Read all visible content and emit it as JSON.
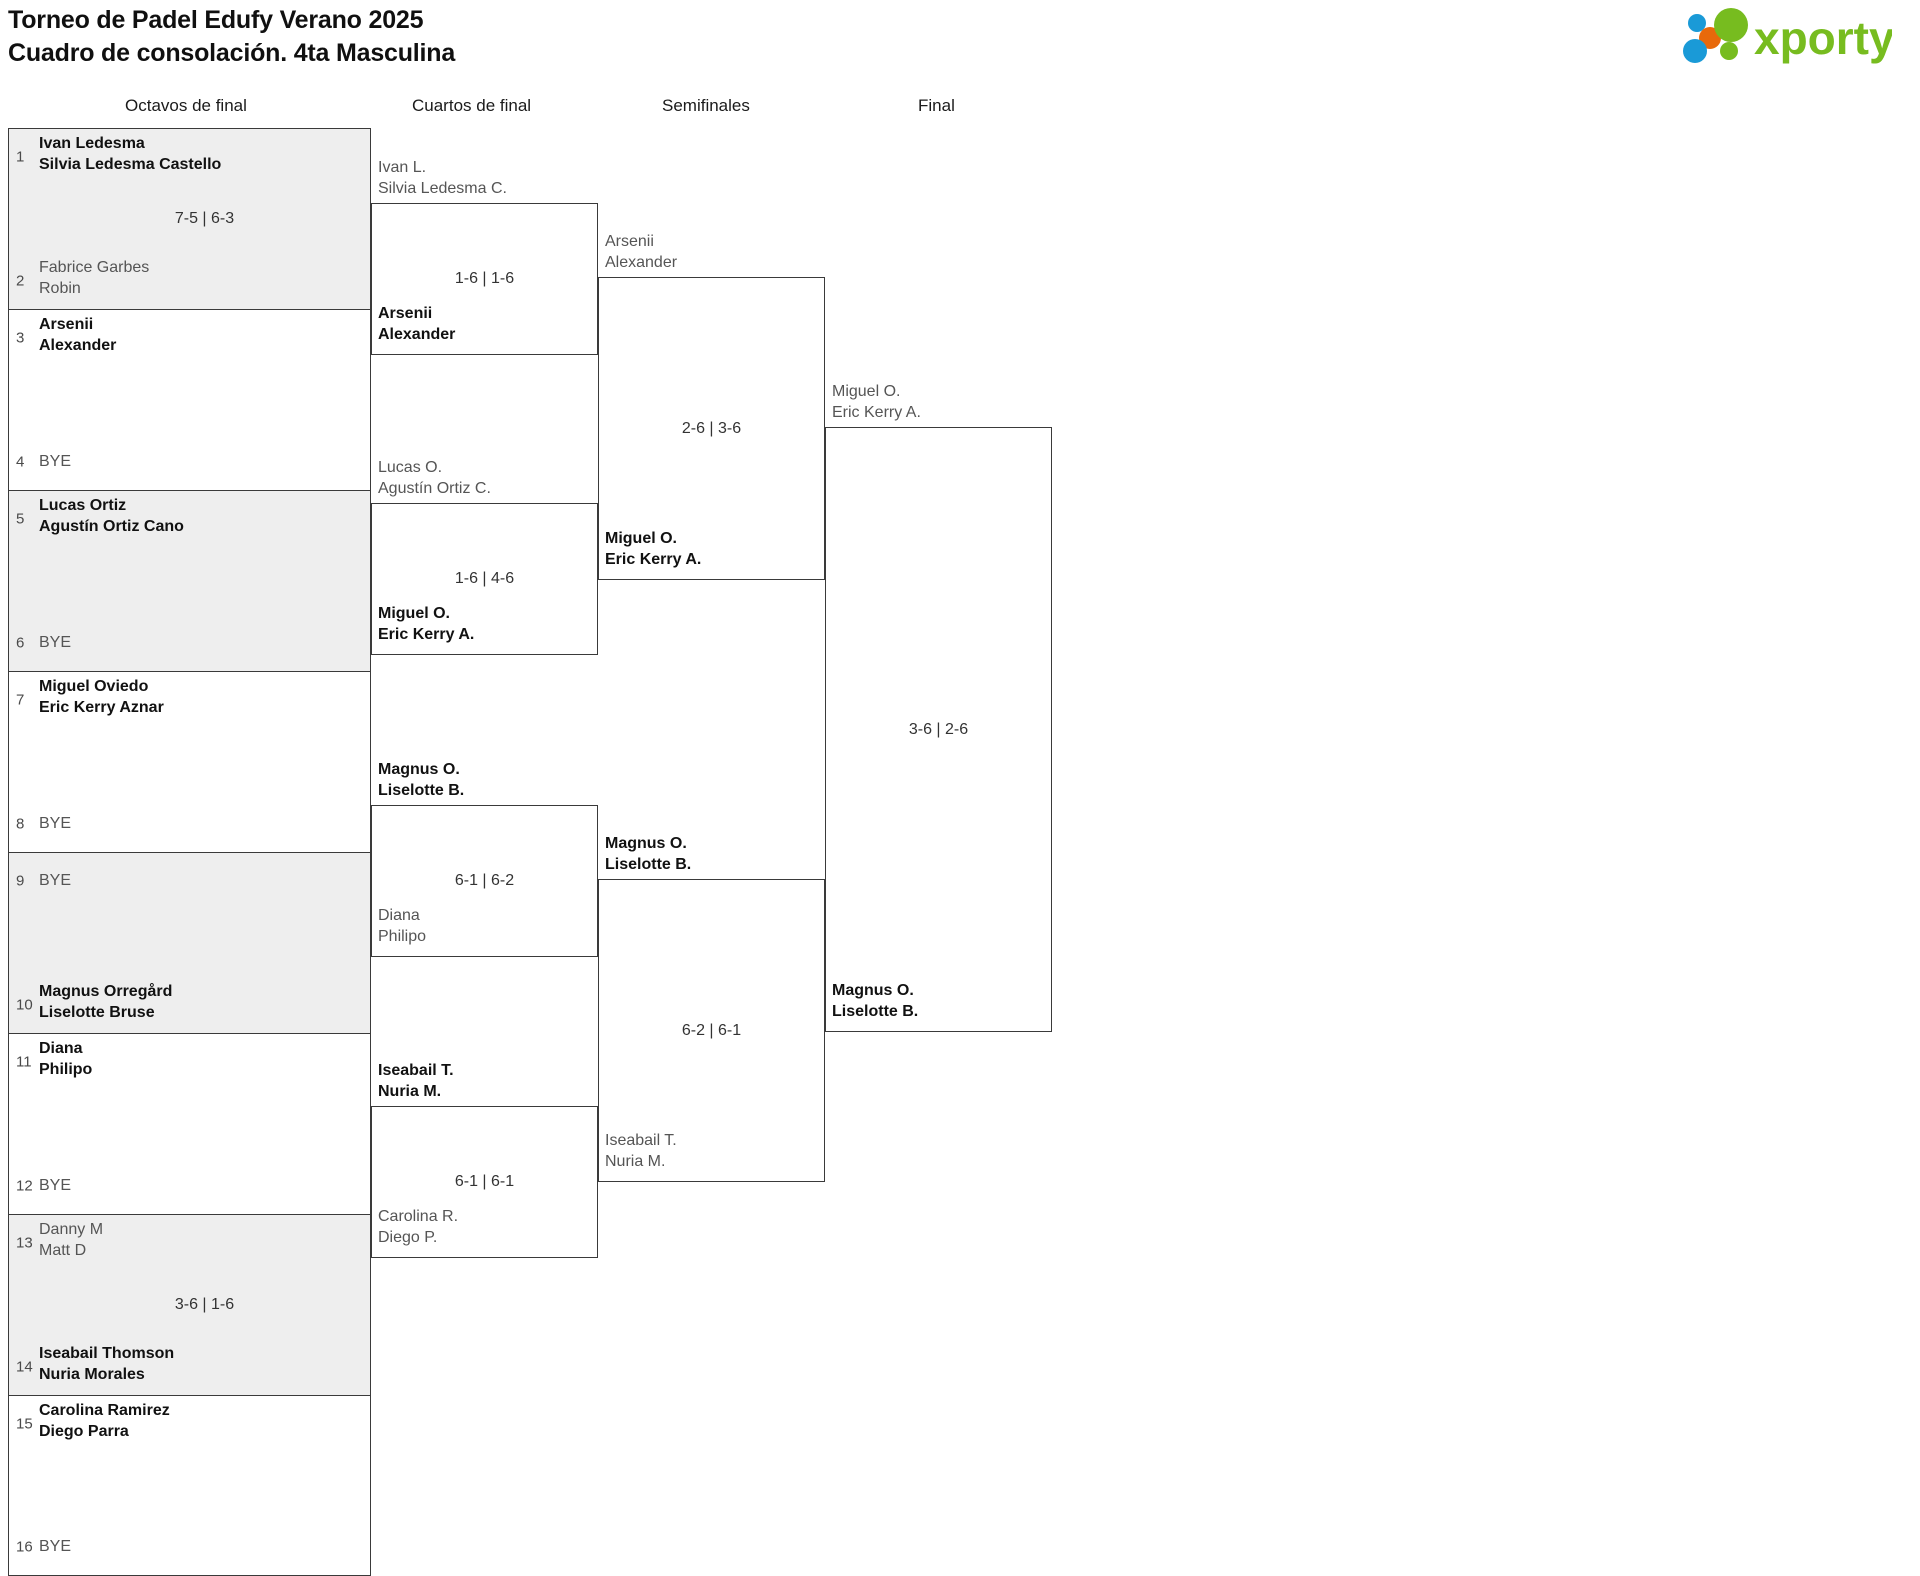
{
  "header": {
    "title_line1": "Torneo de Padel Edufy Verano 2025",
    "title_line2": "Cuadro de consolación. 4ta Masculina",
    "logo_text": "xporty",
    "logo_colors": {
      "wordmark_green": "#77bc1f",
      "dot_blue": "#1a9ad7",
      "dot_orange": "#e8690b",
      "dot_green": "#77bc1f"
    }
  },
  "rounds": [
    {
      "label": "Octavos de final"
    },
    {
      "label": "Cuartos de final"
    },
    {
      "label": "Semifinales"
    },
    {
      "label": "Final"
    }
  ],
  "round_of_16": [
    {
      "shaded": true,
      "score": "7-5 | 6-3",
      "top": {
        "seed": "1",
        "names": "Ivan Ledesma\nSilvia Ledesma Castello",
        "result": "win"
      },
      "bottom": {
        "seed": "2",
        "names": "Fabrice Garbes\nRobin",
        "result": "lose"
      }
    },
    {
      "shaded": false,
      "score": "",
      "top": {
        "seed": "3",
        "names": "Arsenii\nAlexander",
        "result": "win"
      },
      "bottom": {
        "seed": "4",
        "names": "BYE",
        "result": "bye"
      }
    },
    {
      "shaded": true,
      "score": "",
      "top": {
        "seed": "5",
        "names": "Lucas Ortiz\nAgustín Ortiz Cano",
        "result": "win"
      },
      "bottom": {
        "seed": "6",
        "names": "BYE",
        "result": "bye"
      }
    },
    {
      "shaded": false,
      "score": "",
      "top": {
        "seed": "7",
        "names": "Miguel Oviedo\nEric Kerry Aznar",
        "result": "win"
      },
      "bottom": {
        "seed": "8",
        "names": "BYE",
        "result": "bye"
      }
    },
    {
      "shaded": true,
      "score": "",
      "top": {
        "seed": "9",
        "names": "BYE",
        "result": "bye"
      },
      "bottom": {
        "seed": "10",
        "names": "Magnus Orregård\nLiselotte Bruse",
        "result": "win"
      }
    },
    {
      "shaded": false,
      "score": "",
      "top": {
        "seed": "11",
        "names": "Diana\nPhilipo",
        "result": "win"
      },
      "bottom": {
        "seed": "12",
        "names": "BYE",
        "result": "bye"
      }
    },
    {
      "shaded": true,
      "score": "3-6 | 1-6",
      "top": {
        "seed": "13",
        "names": "Danny M\nMatt D",
        "result": "lose"
      },
      "bottom": {
        "seed": "14",
        "names": "Iseabail Thomson\nNuria Morales",
        "result": "win"
      }
    },
    {
      "shaded": false,
      "score": "",
      "top": {
        "seed": "15",
        "names": "Carolina Ramirez\nDiego Parra",
        "result": "win"
      },
      "bottom": {
        "seed": "16",
        "names": "BYE",
        "result": "bye"
      }
    }
  ],
  "quarterfinals": [
    {
      "score": "1-6 | 1-6",
      "loser": "Ivan L.\nSilvia Ledesma C.",
      "winner": "Arsenii\nAlexander",
      "winner_position": "below"
    },
    {
      "score": "1-6 | 4-6",
      "loser": "Lucas O.\nAgustín Ortiz C.",
      "winner": "Miguel O.\nEric Kerry A.",
      "winner_position": "below"
    },
    {
      "score": "6-1 | 6-2",
      "winner": "Magnus O.\nLiselotte B.",
      "loser": "Diana\nPhilipo",
      "winner_position": "above"
    },
    {
      "score": "6-1 | 6-1",
      "winner": "Iseabail T.\nNuria M.",
      "loser": "Carolina R.\nDiego P.",
      "winner_position": "above"
    }
  ],
  "semifinals": [
    {
      "score": "2-6 | 3-6",
      "loser": "Arsenii\nAlexander",
      "winner": "Miguel O.\nEric Kerry A.",
      "winner_position": "below"
    },
    {
      "score": "6-2 | 6-1",
      "winner": "Magnus O.\nLiselotte B.",
      "loser": "Iseabail T.\nNuria M.",
      "winner_position": "above"
    }
  ],
  "final": {
    "score": "3-6 | 2-6",
    "loser": "Miguel O.\nEric Kerry A.",
    "winner": "Magnus O.\nLiselotte B.",
    "winner_position": "below"
  },
  "champion": "Magnus O.\nLiselotte B."
}
